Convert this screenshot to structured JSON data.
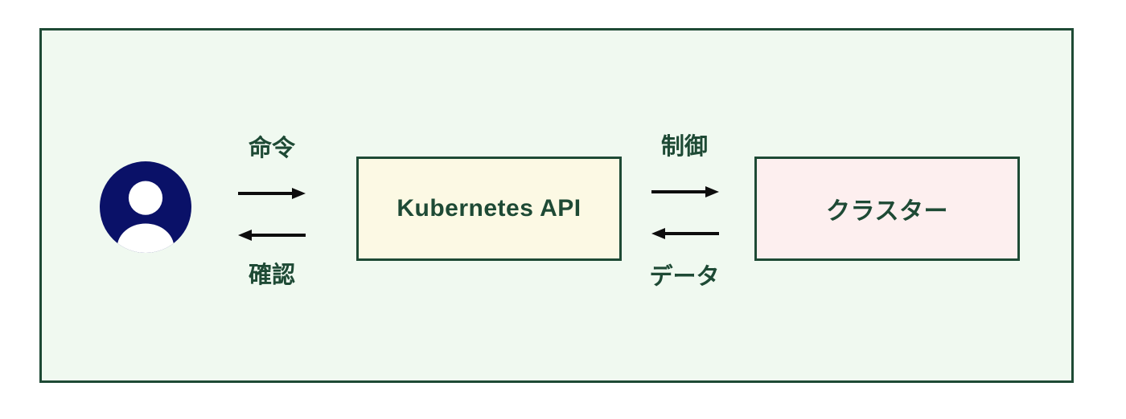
{
  "diagram": {
    "avatar": {
      "icon": "user-avatar-icon"
    },
    "left_flow": {
      "top_label": "命令",
      "bottom_label": "確認",
      "top_arrow_direction": "right",
      "bottom_arrow_direction": "left"
    },
    "api_box": {
      "label": "Kubernetes API"
    },
    "right_flow": {
      "top_label": "制御",
      "bottom_label": "データ",
      "top_arrow_direction": "right",
      "bottom_arrow_direction": "left"
    },
    "cluster_box": {
      "label": "クラスター"
    },
    "colors": {
      "page_background": "#ffffff",
      "frame_background": "#f0f9f0",
      "frame_border": "#1e4a35",
      "label_text": "#1e4a35",
      "api_box_fill": "#fcf9e4",
      "cluster_box_fill": "#fdefef",
      "avatar_fill": "#0a1168",
      "arrow": "#0d0d0d"
    }
  }
}
